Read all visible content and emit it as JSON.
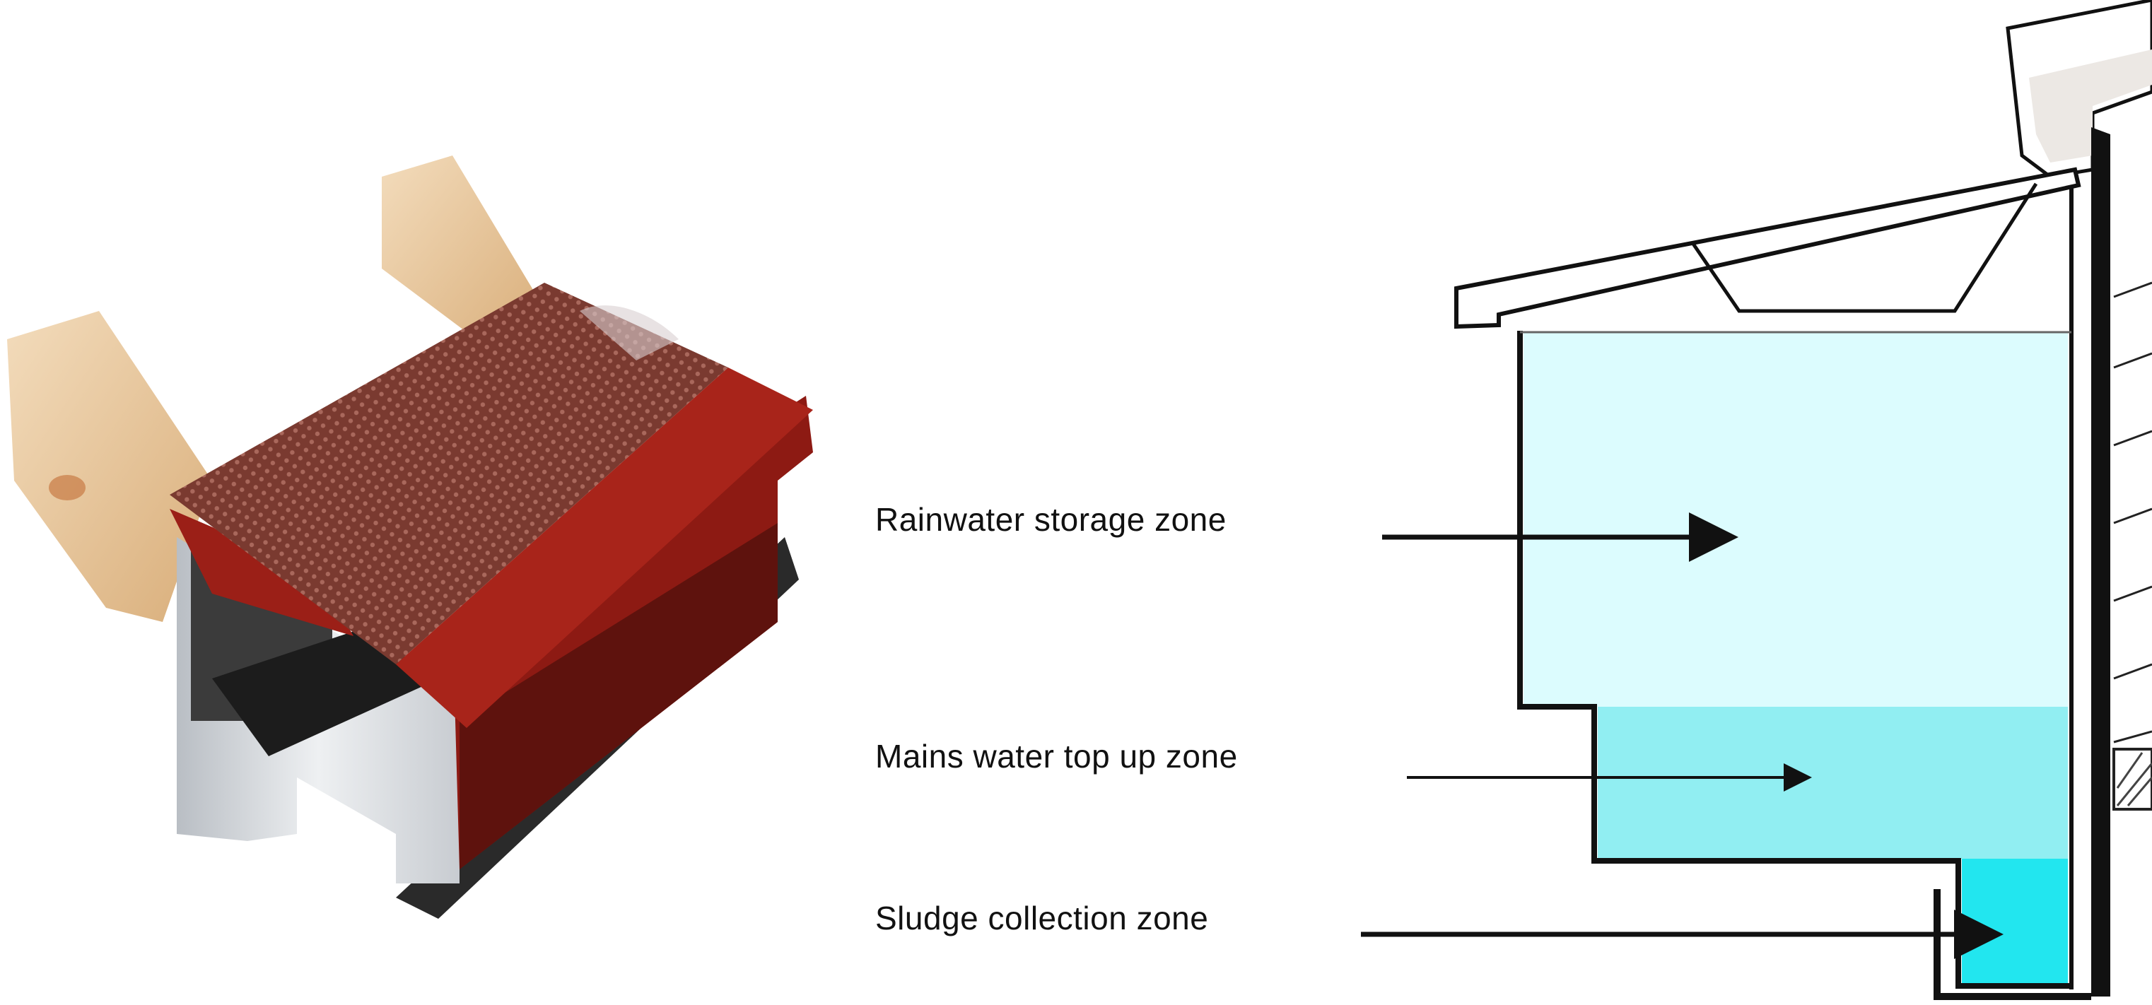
{
  "labels": {
    "rainwater_storage": "Rainwater storage zone",
    "mains_top_up": "Mains water top up zone",
    "sludge_collection": "Sludge collection zone"
  },
  "colors": {
    "storage_water": "#dcfcfe",
    "mains_water": "#91eef2",
    "sludge_water": "#22e6ef",
    "gutter_red": "#9b1f17",
    "gutter_dark_red": "#5e120d",
    "steel": "#d6d9dd",
    "timber": "#e9c79b"
  }
}
